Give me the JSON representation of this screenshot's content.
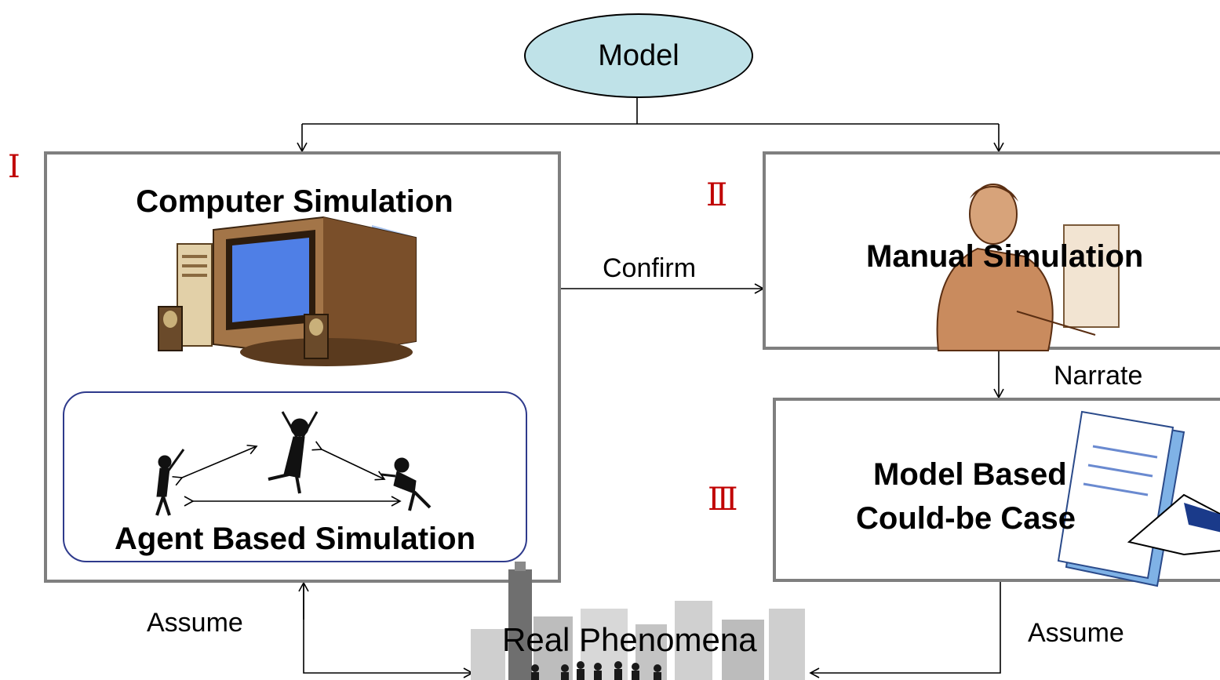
{
  "model": {
    "label": "Model",
    "fill": "#bfe2e8"
  },
  "sections": {
    "one": {
      "numeral": "Ⅰ",
      "title": "Computer Simulation",
      "inner_title": "Agent Based Simulation"
    },
    "two": {
      "numeral": "Ⅱ",
      "title": "Manual Simulation"
    },
    "three": {
      "numeral": "Ⅲ",
      "title_line1": "Model Based",
      "title_line2": "Could-be Case"
    }
  },
  "bottom": {
    "label": "Real Phenomena"
  },
  "edges": {
    "confirm": "Confirm",
    "narrate": "Narrate",
    "assume_left": "Assume",
    "assume_right": "Assume"
  },
  "colors": {
    "numeral": "#c00000",
    "box_border": "#7f7f7f",
    "inner_border": "#2e3a8c"
  }
}
